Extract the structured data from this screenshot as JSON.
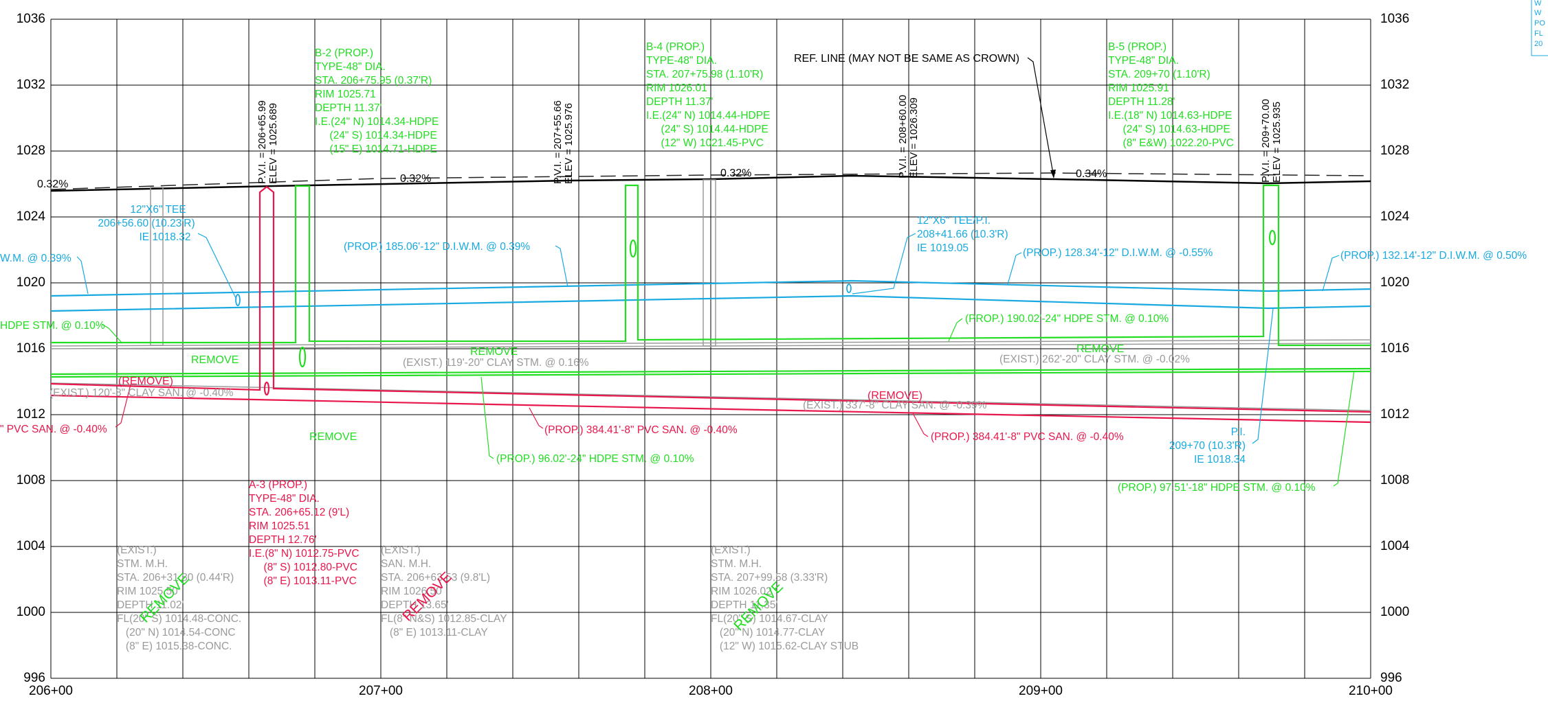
{
  "colors": {
    "grid": "#000000",
    "ground": "#000000",
    "water": "#17a9e0",
    "storm": "#22dd22",
    "sanitary": "#e8164a",
    "existing": "#9a9a9a",
    "background": "#ffffff"
  },
  "axes": {
    "elevations": [
      "1036",
      "1032",
      "1028",
      "1024",
      "1020",
      "1016",
      "1012",
      "1008",
      "1004",
      "1000",
      "996"
    ],
    "stations": [
      "206+00",
      "207+00",
      "208+00",
      "209+00",
      "210+00"
    ]
  },
  "grade_labels": {
    "g1": "0.32%",
    "g2": "0.32%",
    "g3": "0.32%",
    "g4": "0.34%"
  },
  "pvi_labels": [
    [
      "P.V.I. = 206+65.99",
      "ELEV = 1025.689"
    ],
    [
      "P.V.I. = 207+55.66",
      "ELEV = 1025.976"
    ],
    [
      "P.V.I. = 208+60.00",
      "ELEV = 1026.309"
    ],
    [
      "P.V.I. = 209+70.00",
      "ELEV = 1025.935"
    ]
  ],
  "ref_line_label": "REF. LINE (MAY NOT BE SAME AS CROWN)",
  "structures": {
    "b2": [
      "B-2 (PROP.)",
      "TYPE-48\" DIA.",
      "STA. 206+75.95 (0.37'R)",
      "RIM 1025.71",
      "DEPTH 11.37'",
      "I.E.(24\" N) 1014.34-HDPE",
      "     (24\" S) 1014.34-HDPE",
      "     (15\" E) 1014.71-HDPE"
    ],
    "b4": [
      "B-4 (PROP.)",
      "TYPE-48\" DIA.",
      "STA. 207+75.98 (1.10'R)",
      "RIM 1026.01",
      "DEPTH 11.37'",
      "I.E.(24\" N) 1014.44-HDPE",
      "     (24\" S) 1014.44-HDPE",
      "     (12\" W) 1021.45-PVC"
    ],
    "b5": [
      "B-5 (PROP.)",
      "TYPE-48\" DIA.",
      "STA. 209+70 (1.10'R)",
      "RIM 1025.91",
      "DEPTH 11.28'",
      "I.E.(18\" N) 1014.63-HDPE",
      "     (24\" S) 1014.63-HDPE",
      "     (8\" E&W) 1022.20-PVC"
    ],
    "a3": [
      "A-3 (PROP.)",
      "TYPE-48\" DIA.",
      "STA. 206+65.12 (9'L)",
      "RIM 1025.51",
      "DEPTH 12.76'",
      "I.E.(8\" N) 1012.75-PVC",
      "     (8\" S) 1012.80-PVC",
      "     (8\" E) 1013.11-PVC"
    ],
    "ex1": [
      "(EXIST.)",
      "STM. M.H.",
      "STA. 206+31.80 (0.44'R)",
      "RIM 1025.50",
      "DEPTH 11.02'",
      "FL(20\" S) 1014.48-CONC.",
      "   (20\" N) 1014.54-CONC",
      "   (8\" E) 1015.38-CONC."
    ],
    "ex2": [
      "(EXIST.)",
      "SAN. M.H.",
      "STA. 206+63.53 (9.8'L)",
      "RIM 1026.50",
      "DEPTH 13.65'",
      "FL(8\" N&S) 1012.85-CLAY",
      "   (8\" E) 1013.11-CLAY"
    ],
    "ex3": [
      "(EXIST.)",
      "STM. M.H.",
      "STA. 207+99.58 (3.33'R)",
      "RIM 1026.02",
      "DEPTH 11.35'",
      "FL(20\" S) 1014.67-CLAY",
      "   (20\" N) 1014.77-CLAY",
      "   (12\" W) 1015.62-CLAY STUB"
    ]
  },
  "tee1": [
    "12\"X6\" TEE",
    "206+56.60 (10.23'R)",
    "IE 1018.32"
  ],
  "tee2": [
    "12\"X6\" TEE/P.I.",
    "208+41.66 (10.3'R)",
    "IE 1019.05"
  ],
  "pi3": [
    "P.I.",
    "209+70 (10.3'R)",
    "IE 1018.34"
  ],
  "pipe_labels": {
    "w_left": "W.M. @ 0.39%",
    "w_185": "(PROP.) 185.06'-12\" D.I.W.M. @ 0.39%",
    "w_128": "(PROP.) 128.34'-12\" D.I.W.M. @ -0.55%",
    "w_132": "(PROP.) 132.14'-12\" D.I.W.M. @ 0.50%",
    "s_left": "HDPE STM. @ 0.10%",
    "s_190": "(PROP.) 190.02'-24\" HDPE STM. @ 0.10%",
    "s_96": "(PROP.) 96.02'-24\" HDPE STM. @ 0.10%",
    "s_97": "(PROP.) 97.51'-18\" HDPE STM. @ 0.10%",
    "e_119": "(EXIST.) 119'-20\" CLAY STM. @ 0.16%",
    "e_262": "(EXIST.) 262'-20\" CLAY STM. @ -0.02%",
    "e_120": "(EXIST.) 120'-8\" CLAY SAN. @ -0.40%",
    "e_337": "(EXIST.) 337'-8\" CLAY SAN. @ -0.39%",
    "san_left": "\" PVC SAN. @ -0.40%",
    "san_384a": "(PROP.) 384.41'-8\" PVC SAN. @ -0.40%",
    "san_384b": "(PROP.) 384.41'-8\" PVC SAN. @ -0.40%"
  },
  "remove": {
    "r1": "REMOVE",
    "r2": "REMOVE",
    "r3": "REMOVE",
    "r4": "REMOVE",
    "r_red1": "(REMOVE)",
    "r_red2": "(REMOVE)",
    "rot1": "REMOVE",
    "rot2": "REMOVE",
    "rot3": "REMOVE"
  },
  "corner_legend": [
    "W",
    "W",
    "PO",
    "FL",
    "20"
  ]
}
